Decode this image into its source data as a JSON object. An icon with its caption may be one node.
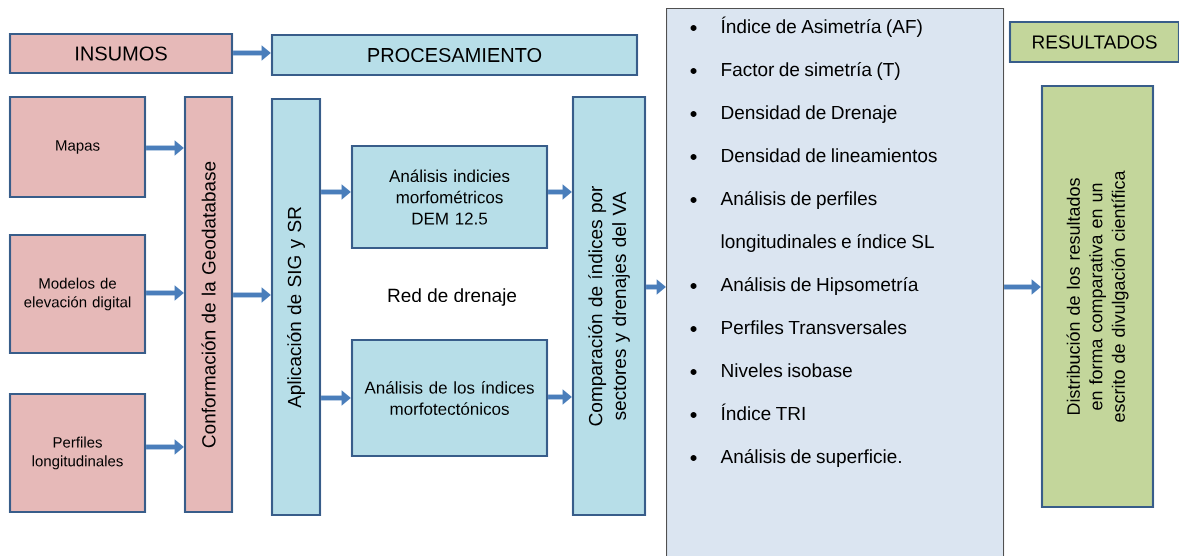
{
  "diagram": {
    "nodes": [
      {
        "text": [
          "INSUMOS"
        ]
      },
      {
        "text": [
          "PROCESAMIENTO"
        ]
      },
      {
        "text": [
          "RESULTADOS"
        ]
      },
      {
        "text": [
          "Mapas"
        ]
      },
      {
        "text": [
          "Modelos de elevación digital"
        ]
      },
      {
        "text": [
          "Perfiles longitudinales"
        ]
      },
      {
        "text": [
          "Conformación de la Geodatabase"
        ]
      },
      {
        "text": [
          "Aplicación de SIG y SR"
        ]
      },
      {
        "text": [
          "Análisis indicies morfométricos DEM 12.5"
        ]
      },
      {
        "text": [
          "Análisis de los índices morfotectónicos"
        ]
      },
      {
        "text": [
          "Comparación de índices por sectores y drenajes del VA"
        ]
      },
      {
        "text": [
          "Índice de Asimetría (AF)",
          "Factor de simetría (T)",
          "Densidad de Drenaje",
          "Densidad de lineamientos",
          "Análisis de perfiles longitudinales e índice SL",
          "Análisis de Hipsometría",
          "Perfiles Transversales",
          "Niveles isobase",
          "Índice TRI",
          "Análisis de superficie."
        ]
      },
      {
        "text": [
          "Distribución de los resultados en forma comparativa en un escrito de divulgación científica"
        ]
      }
    ],
    "edges": [
      {
        "from": 0,
        "to": 1,
        "arrow": "to"
      },
      {
        "from": 3,
        "to": 6,
        "arrow": "to"
      },
      {
        "from": 4,
        "to": 6,
        "arrow": "to"
      },
      {
        "from": 5,
        "to": 6,
        "arrow": "to"
      },
      {
        "from": 6,
        "to": 7,
        "arrow": "to"
      },
      {
        "from": 7,
        "to": 8,
        "arrow": "to"
      },
      {
        "from": 7,
        "to": 9,
        "arrow": "to"
      },
      {
        "from": 8,
        "to": 10,
        "arrow": "to"
      },
      {
        "from": 9,
        "to": 10,
        "arrow": "to"
      },
      {
        "from": 10,
        "to": 11,
        "arrow": "to"
      },
      {
        "from": 11,
        "to": 12,
        "arrow": "to"
      }
    ],
    "labels": [
      "Red de drenaje"
    ]
  }
}
